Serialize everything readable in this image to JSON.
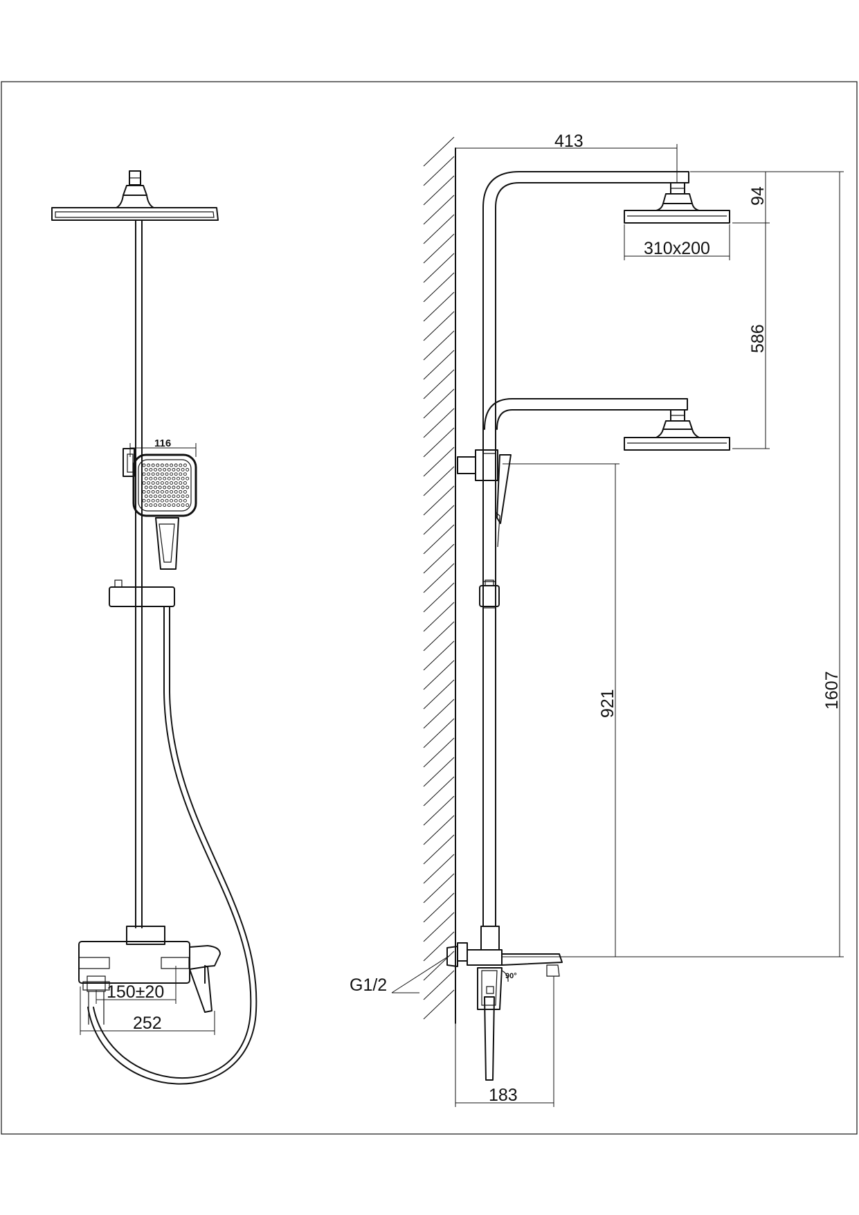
{
  "dimensions": {
    "shower_arm_reach": "413",
    "head_height": "94",
    "head_size": "310x200",
    "height_adjust": "586",
    "head_to_outlet": "921",
    "total_height": "1607",
    "handshower_width": "116",
    "inlet_centers": "150±20",
    "mixer_width": "252",
    "spout_projection": "183",
    "thread": "G1/2",
    "spout_rotation": "90°"
  }
}
